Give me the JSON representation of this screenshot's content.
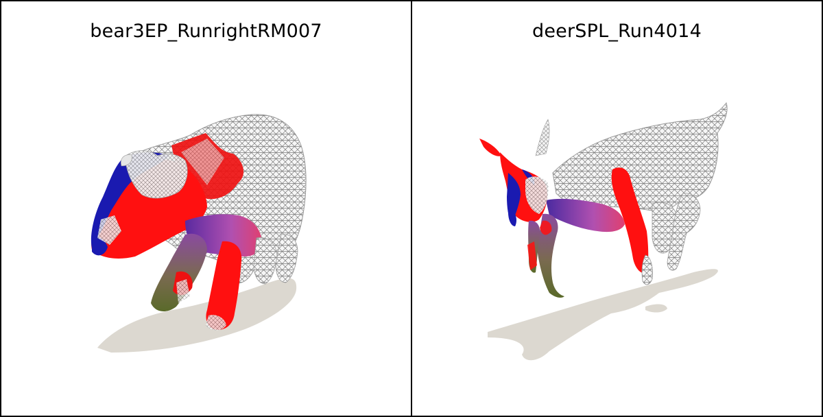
{
  "panels": [
    {
      "title": "bear3EP_RunrightRM007",
      "model": "bear",
      "colors": {
        "primary": "#ff0000",
        "secondary": "#1a1aa8",
        "mesh": "#ffffff",
        "shadow": "#dcd8d0"
      }
    },
    {
      "title": "deerSPL_Run4014",
      "model": "deer",
      "colors": {
        "primary": "#ff0000",
        "secondary": "#1a1aa8",
        "mesh": "#ffffff",
        "shadow": "#dcd8d0"
      }
    }
  ]
}
